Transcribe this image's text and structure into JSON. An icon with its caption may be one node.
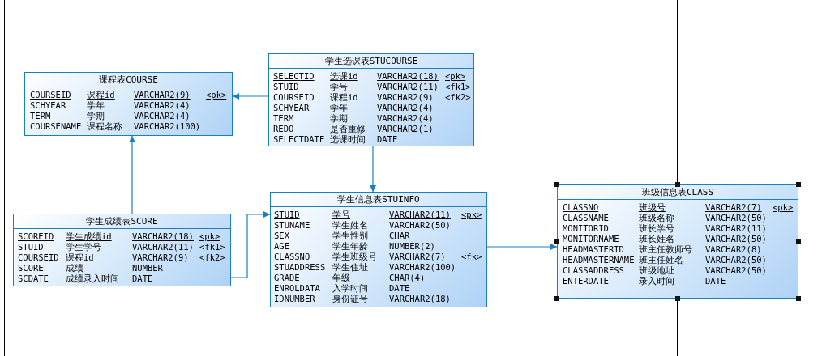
{
  "diagram": {
    "nodes": [
      {
        "text": [
          "课程表COURSE",
          "COURSEID",
          "课程id",
          "VARCHAR2(9)",
          "<pk>",
          "SCHYEAR",
          "学年",
          "VARCHAR2(4)",
          "TERM",
          "学期",
          "VARCHAR2(4)",
          "COURSENAME",
          "课程名称",
          "VARCHAR2(100)"
        ]
      },
      {
        "text": [
          "学生选课表STUCOURSE",
          "SELECTID",
          "选课id",
          "VARCHAR2(18)",
          "<pk>",
          "STUID",
          "学号",
          "VARCHAR2(11)",
          "<fk1>",
          "COURSEID",
          "课程id",
          "VARCHAR2(9)",
          "<fk2>",
          "SCHYEAR",
          "学年",
          "VARCHAR2(4)",
          "TERM",
          "学期",
          "VARCHAR2(4)",
          "REDO",
          "是否重修",
          "VARCHAR2(1)",
          "SELECTDATE",
          "选课时间",
          "DATE"
        ]
      },
      {
        "text": [
          "学生成绩表SCORE",
          "SCOREID",
          "学生成绩id",
          "VARCHAR2(18)",
          "<pk>",
          "STUID",
          "学生学号",
          "VARCHAR2(11)",
          "<fk1>",
          "COURSEID",
          "课程id",
          "VARCHAR2(9)",
          "<fk2>",
          "SCORE",
          "成绩",
          "NUMBER",
          "SCDATE",
          "成绩录入时间",
          "DATE"
        ]
      },
      {
        "text": [
          "学生信息表STUINFO",
          "STUID",
          "学号",
          "VARCHAR2(11)",
          "<pk>",
          "STUNAME",
          "学生姓名",
          "VARCHAR2(50)",
          "SEX",
          "学生性别",
          "CHAR",
          "AGE",
          "学生年龄",
          "NUMBER(2)",
          "CLASSNO",
          "学生班级号",
          "VARCHAR2(7)",
          "<fk>",
          "STUADDRESS",
          "学生住址",
          "VARCHAR2(100)",
          "GRADE",
          "年级",
          "CHAR(4)",
          "ENROLDATA",
          "入学时间",
          "DATE",
          "IDNUMBER",
          "身份证号",
          "VARCHAR2(18)"
        ]
      },
      {
        "text": [
          "班级信息表CLASS",
          "CLASSNO",
          "班级号",
          "VARCHAR2(7)",
          "<pk>",
          "CLASSNAME",
          "班级名称",
          "VARCHAR2(50)",
          "MONITORID",
          "班长学号",
          "VARCHAR2(11)",
          "MONITORNAME",
          "班长姓名",
          "VARCHAR2(50)",
          "HEADMASTERID",
          "班主任教师号",
          "VARCHAR2(8)",
          "HEADMASTERNAME",
          "班主任姓名",
          "VARCHAR2(50)",
          "CLASSADDRESS",
          "班级地址",
          "VARCHAR2(50)",
          "ENTERDATE",
          "录入时间",
          "DATE"
        ]
      }
    ],
    "edges": [
      {
        "from": 1,
        "to": 0,
        "arrow": "to"
      },
      {
        "from": 1,
        "to": 3,
        "arrow": "to"
      },
      {
        "from": 2,
        "to": 0,
        "arrow": "to"
      },
      {
        "from": 2,
        "to": 3,
        "arrow": "to"
      },
      {
        "from": 3,
        "to": 4,
        "arrow": "to"
      }
    ]
  }
}
